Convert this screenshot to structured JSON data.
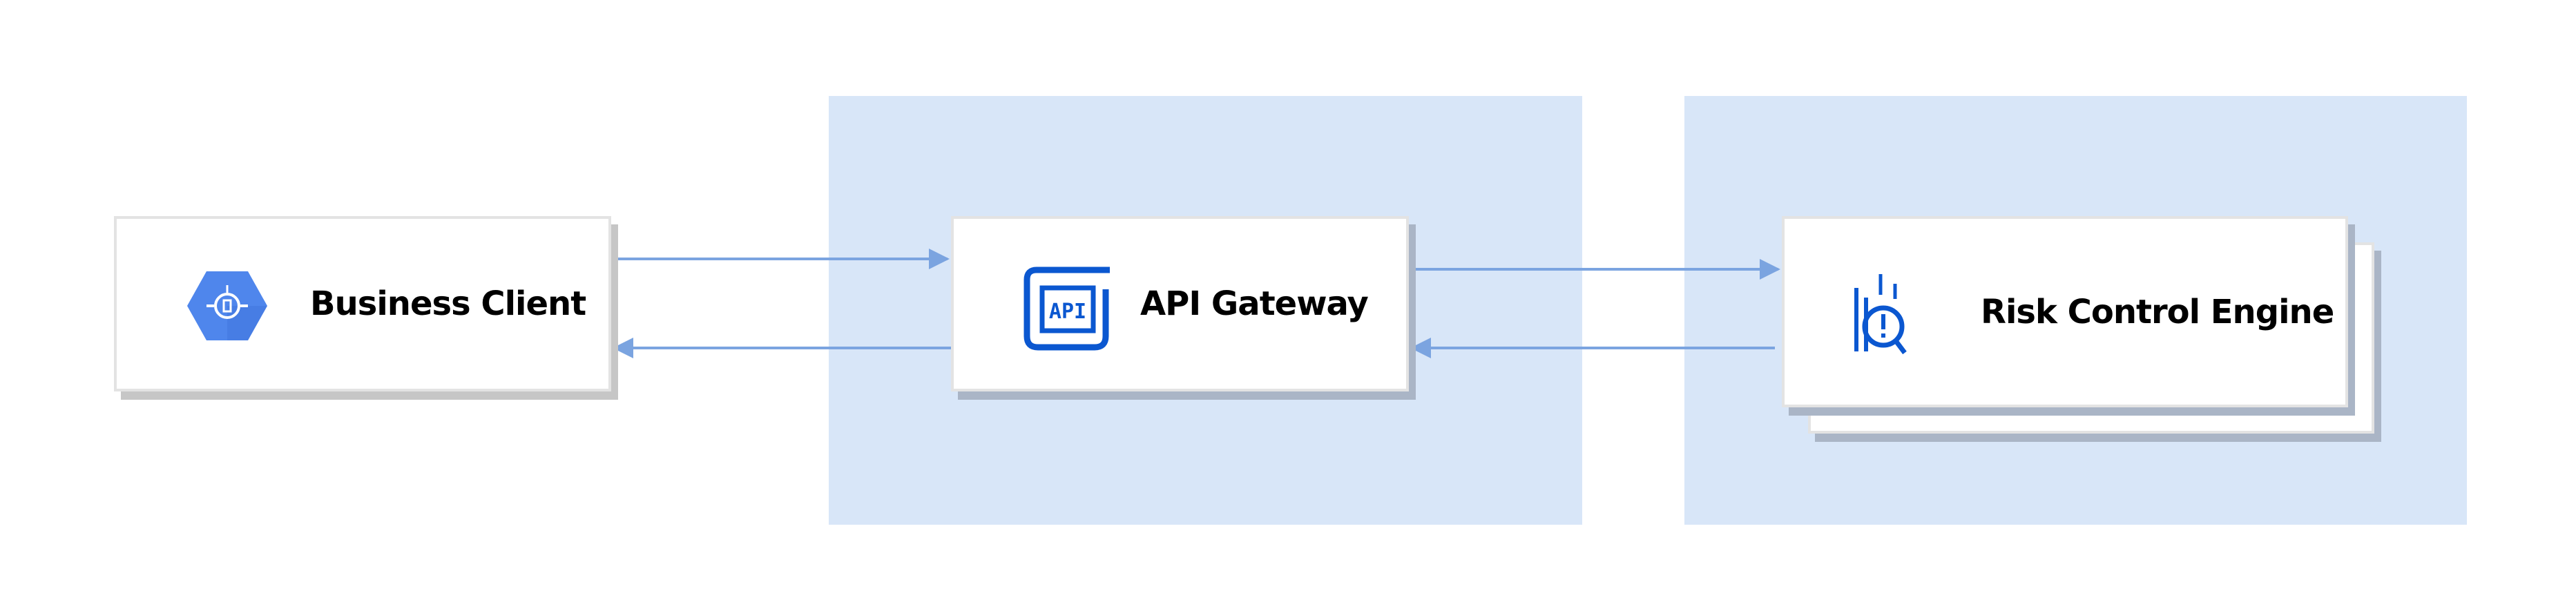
{
  "nodes": {
    "business_client": {
      "label": "Business Client",
      "icon": "hexagon-endpoint-icon"
    },
    "api_gateway": {
      "label": "API Gateway",
      "icon": "api-icon"
    },
    "risk_engine": {
      "label": "Risk Control Engine",
      "icon": "risk-analysis-icon"
    }
  },
  "colors": {
    "region": "#d8e6f8",
    "arrow": "#7ba4e0",
    "icon_blue": "#0b57d0",
    "hex_blue": "#4f86ec"
  }
}
